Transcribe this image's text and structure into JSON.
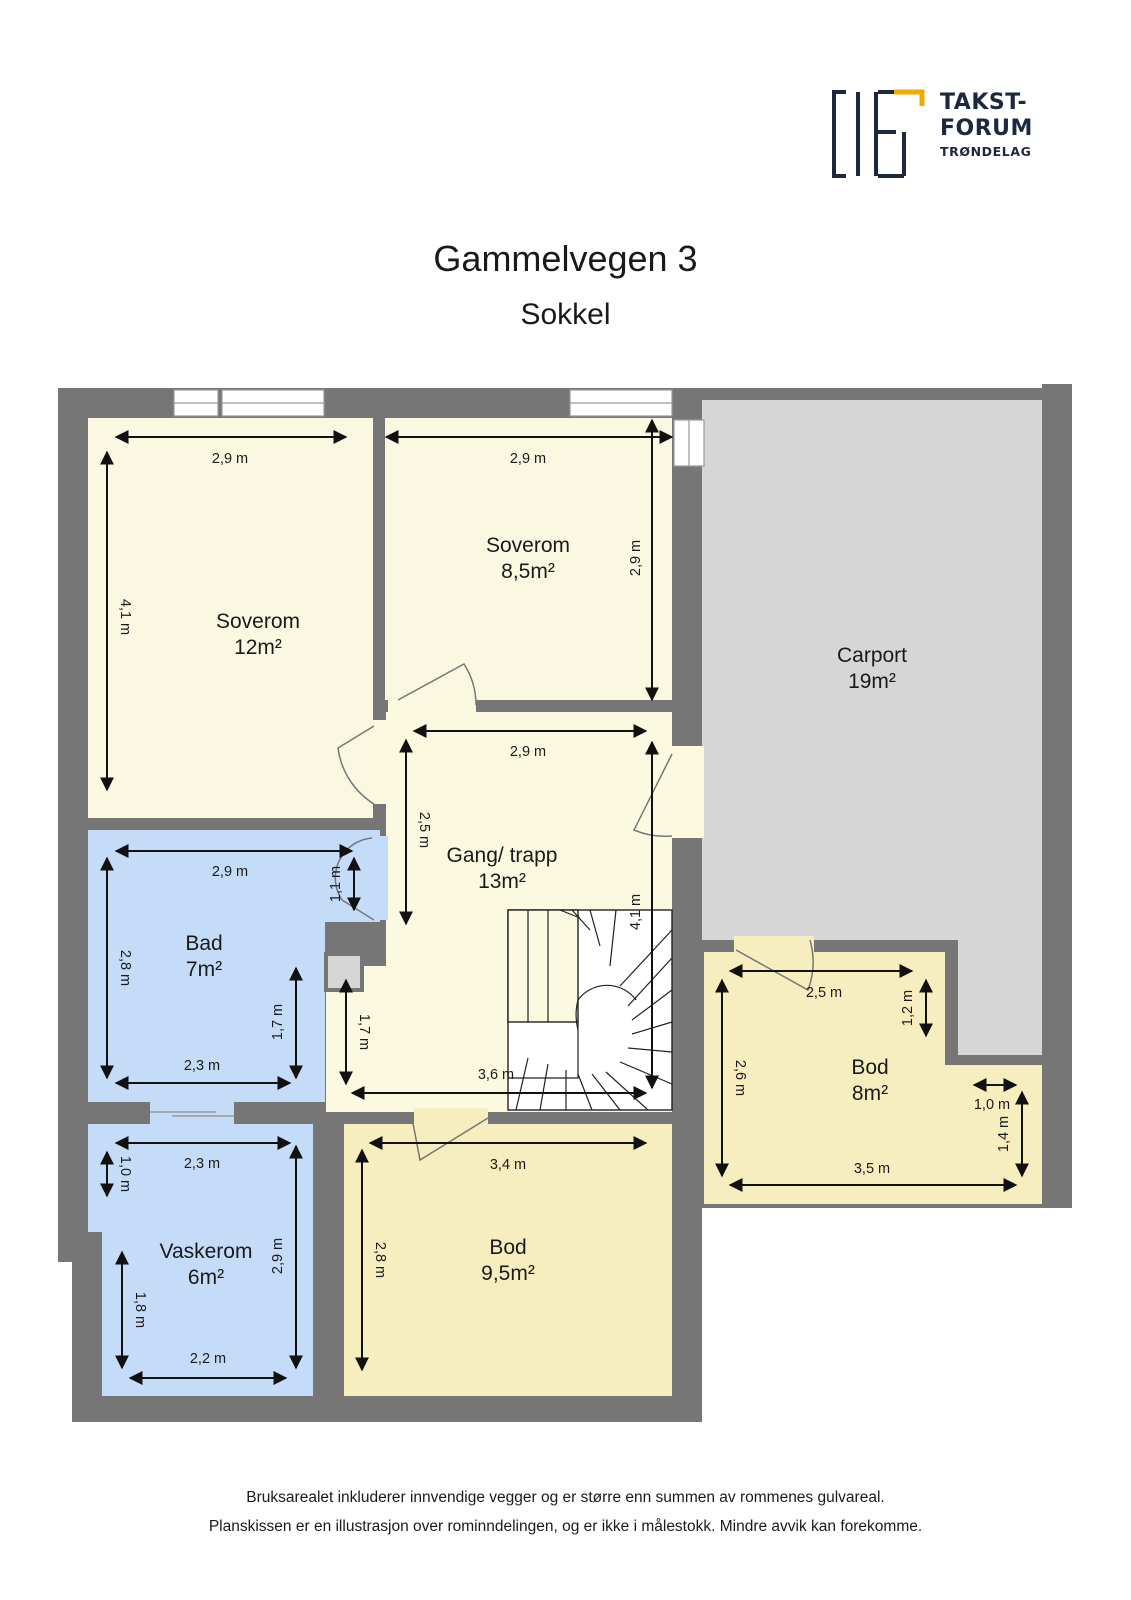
{
  "logo": {
    "line1": "TAKST-",
    "line2": "FORUM",
    "line3": "TRØNDELAG",
    "icon": "takstforum-logo-icon",
    "colors": {
      "navy": "#1c2740",
      "gold": "#f2a900"
    }
  },
  "title": "Gammelvegen 3",
  "subtitle": "Sokkel",
  "colors": {
    "wall": "#767676",
    "bedroom": "#fbf8e1",
    "bathroom": "#c4dcf8",
    "storage": "#f6eebe",
    "hall": "#fbfae0",
    "carport": "#d6d6d6"
  },
  "rooms": {
    "soverom_1": {
      "name": "Soverom",
      "area": "12m²"
    },
    "soverom_2": {
      "name": "Soverom",
      "area": "8,5m²"
    },
    "carport": {
      "name": "Carport",
      "area": "19m²"
    },
    "gang": {
      "name": "Gang/ trapp",
      "area": "13m²"
    },
    "bad": {
      "name": "Bad",
      "area": "7m²"
    },
    "vaskerom": {
      "name": "Vaskerom",
      "area": "6m²"
    },
    "bod_1": {
      "name": "Bod",
      "area": "9,5m²"
    },
    "bod_2": {
      "name": "Bod",
      "area": "8m²"
    }
  },
  "dimensions": {
    "sov1_width": "2,9 m",
    "sov1_height": "4,1 m",
    "sov2_width": "2,9 m",
    "sov2_height": "2,9 m",
    "gang_width": "2,9 m",
    "gang_height_left": "2,5 m",
    "gang_height_right": "4,1 m",
    "gang_lower_height": "1,7 m",
    "gang_bottom_width": "3,6 m",
    "bad_top_width": "2,9 m",
    "bad_door_height": "1,1 m",
    "bad_height": "2,8 m",
    "bad_lower_height": "1,7 m",
    "bad_bottom_width": "2,3 m",
    "vask_top_width": "2,3 m",
    "vask_top_height": "1,0 m",
    "vask_height": "2,9 m",
    "vask_lower_height": "1,8 m",
    "vask_bottom_width": "2,2 m",
    "bod1_width": "3,4 m",
    "bod1_height": "2,8 m",
    "bod2_top_width": "2,5 m",
    "bod2_top_height": "1,2 m",
    "bod2_height": "2,6 m",
    "bod2_notch_width": "1,0 m",
    "bod2_notch_height": "1,4 m",
    "bod2_bottom_width": "3,5 m"
  },
  "footer": {
    "line1": "Bruksarealet inkluderer innvendige vegger og er større enn summen av rommenes gulvareal.",
    "line2": "Planskissen er en illustrasjon over rominndelingen, og er ikke i målestokk. Mindre avvik kan forekomme."
  }
}
